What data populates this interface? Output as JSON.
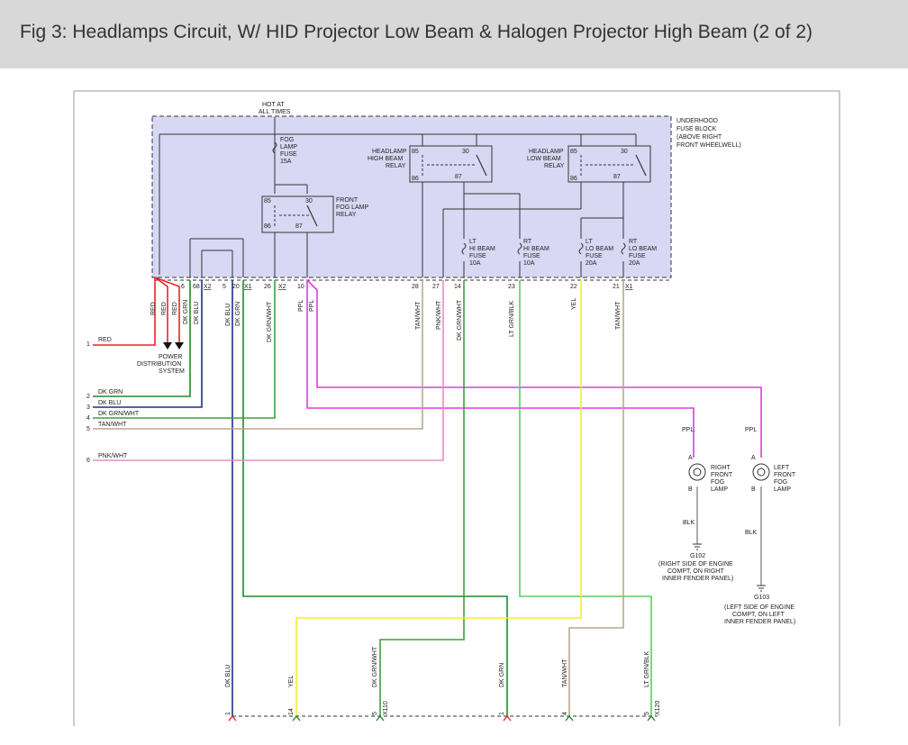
{
  "header": {
    "title": "Fig 3: Headlamps Circuit, W/ HID Projector Low Beam & Halogen Projector High Beam (2 of 2)"
  },
  "fuse_block": {
    "hot_label": [
      "HOT AT",
      "ALL TIMES"
    ],
    "block_label": [
      "UNDERHOOD",
      "FUSE BLOCK",
      "(ABOVE RIGHT",
      "FRONT WHEELWELL)"
    ],
    "fog_fuse": [
      "FOG",
      "LAMP",
      "FUSE",
      "15A"
    ],
    "hi_relay": [
      "HEADLAMP",
      "HIGH BEAM",
      "RELAY"
    ],
    "lo_relay": [
      "HEADLAMP",
      "LOW BEAM",
      "RELAY"
    ],
    "fog_relay": [
      "FRONT",
      "FOG LAMP",
      "RELAY"
    ],
    "lt_hi_fuse": [
      "LT",
      "HI BEAM",
      "FUSE",
      "10A"
    ],
    "rt_hi_fuse": [
      "RT",
      "HI BEAM",
      "FUSE",
      "10A"
    ],
    "lt_lo_fuse": [
      "LT",
      "LO BEAM",
      "FUSE",
      "20A"
    ],
    "rt_lo_fuse": [
      "RT",
      "LO BEAM",
      "FUSE",
      "20A"
    ],
    "relay_pins": [
      "85",
      "30",
      "86",
      "87"
    ]
  },
  "connectors": {
    "x2_left": [
      "6",
      "X2"
    ],
    "x1_left": [
      "5",
      "20",
      "X1"
    ],
    "x2_mid": [
      "26",
      "X2"
    ],
    "x2_pin10": "10",
    "x1_right": [
      "28",
      "27",
      "14",
      "23",
      "22",
      "21",
      "X1"
    ],
    "x2_68": "68",
    "x1_pin20": "20"
  },
  "wire_labels_top": [
    "RED",
    "RED",
    "RED",
    "DK GRN",
    "DK BLU",
    "DK BLU",
    "DK GRN",
    "DK GRN/WHT",
    "PPL",
    "PPL",
    "TAN/WHT",
    "PNK/WHT",
    "DK GRN/WHT",
    "LT GRN/BLK",
    "YEL",
    "TAN/WHT"
  ],
  "left_wires": [
    {
      "num": "1",
      "label": "RED"
    },
    {
      "num": "2",
      "label": "DK GRN"
    },
    {
      "num": "3",
      "label": "DK BLU"
    },
    {
      "num": "4",
      "label": "DK GRN/WHT"
    },
    {
      "num": "5",
      "label": "TAN/WHT"
    },
    {
      "num": "6",
      "label": "PNK/WHT"
    }
  ],
  "power_dist": [
    "POWER",
    "DISTRIBUTION",
    "SYSTEM"
  ],
  "right_fog": {
    "ppl": "PPL",
    "pin_a": "A",
    "pin_b": "B",
    "label": [
      "RIGHT",
      "FRONT",
      "FOG",
      "LAMP"
    ],
    "blk": "BLK",
    "ground": "G102",
    "ground_desc": [
      "(RIGHT SIDE OF ENGINE",
      "COMPT, ON RIGHT",
      "INNER FENDER PANEL)"
    ]
  },
  "left_fog": {
    "ppl": "PPL",
    "pin_a": "A",
    "pin_b": "B",
    "label": [
      "LEFT",
      "FRONT",
      "FOG",
      "LAMP"
    ],
    "blk": "BLK",
    "ground": "G103",
    "ground_desc": [
      "(LEFT SIDE OF ENGINE",
      "COMPT, ON LEFT",
      "INNER FENDER PANEL)"
    ]
  },
  "bottom_wires": [
    {
      "label": "DK BLU",
      "num": "1"
    },
    {
      "label": "YEL",
      "num": "14"
    },
    {
      "label": "DK GRN/WHT",
      "num": "5",
      "conn": "X110"
    },
    {
      "label": "DK GRN",
      "num": "1"
    },
    {
      "label": "TAN/WHT",
      "num": "4"
    },
    {
      "label": "LT GRN/BLK",
      "num": "5",
      "conn": "X120"
    }
  ],
  "colors": {
    "red": "#e8242b",
    "dk_grn": "#1f8a2e",
    "dk_blu": "#1c2f8c",
    "grn_wht": "#3aa03a",
    "tan": "#b7a98a",
    "pnk": "#f08cc0",
    "ppl": "#e23ae0",
    "lt_grn": "#59cf59",
    "yel": "#f2ef2a",
    "block_fill": "#d8d8f4"
  }
}
